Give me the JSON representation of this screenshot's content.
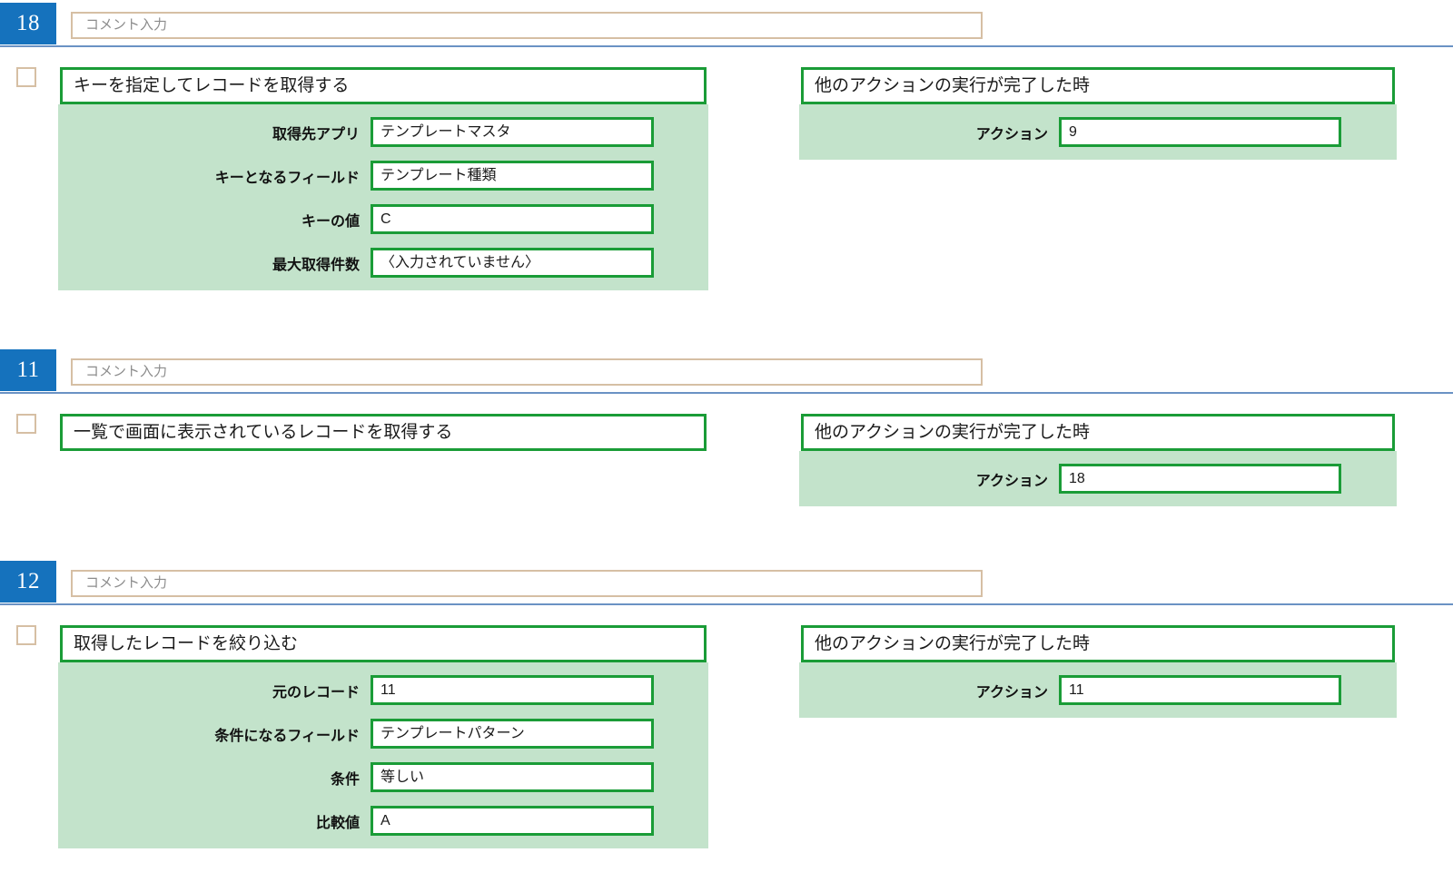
{
  "theme": {
    "badge_color": "#1572bd",
    "rule_color": "#6a92c4",
    "panel_green": "#c3e3cb",
    "border_green": "#1a9c37",
    "border_tan": "#d6bfa4"
  },
  "comment_placeholder": "コメント入力",
  "steps": [
    {
      "number": "18",
      "comment": "",
      "checkbox_checked": false,
      "action": {
        "title": "キーを指定してレコードを取得する",
        "params": [
          {
            "label": "取得先アプリ",
            "value": "テンプレートマスタ"
          },
          {
            "label": "キーとなるフィールド",
            "value": "テンプレート種類"
          },
          {
            "label": "キーの値",
            "value": "C"
          },
          {
            "label": "最大取得件数",
            "value": "〈入力されていません〉"
          }
        ]
      },
      "trigger": {
        "title": "他のアクションの実行が完了した時",
        "params": [
          {
            "label": "アクション",
            "value": "9"
          }
        ]
      }
    },
    {
      "number": "11",
      "comment": "",
      "checkbox_checked": false,
      "action": {
        "title": "一覧で画面に表示されているレコードを取得する",
        "params": []
      },
      "trigger": {
        "title": "他のアクションの実行が完了した時",
        "params": [
          {
            "label": "アクション",
            "value": "18"
          }
        ]
      }
    },
    {
      "number": "12",
      "comment": "",
      "checkbox_checked": false,
      "action": {
        "title": "取得したレコードを絞り込む",
        "params": [
          {
            "label": "元のレコード",
            "value": "11"
          },
          {
            "label": "条件になるフィールド",
            "value": "テンプレートパターン"
          },
          {
            "label": "条件",
            "value": "等しい"
          },
          {
            "label": "比較値",
            "value": "A"
          }
        ]
      },
      "trigger": {
        "title": "他のアクションの実行が完了した時",
        "params": [
          {
            "label": "アクション",
            "value": "11"
          }
        ]
      }
    }
  ]
}
